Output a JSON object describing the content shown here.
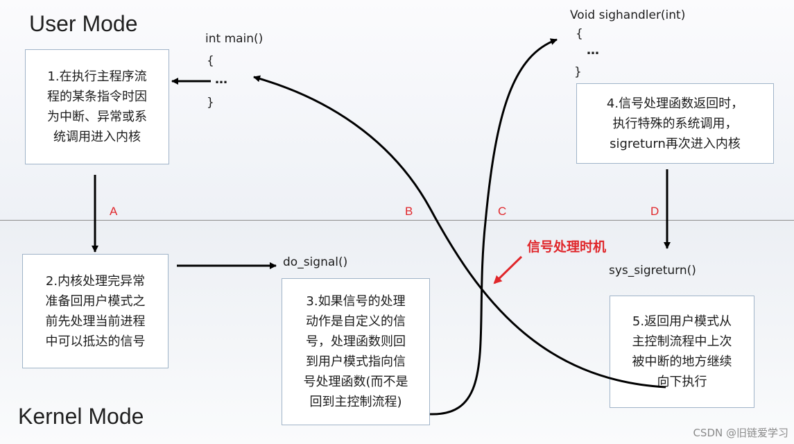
{
  "modes": {
    "user": "User Mode",
    "kernel": "Kernel Mode"
  },
  "code": {
    "main_sig": "int main()",
    "main_open": "{",
    "main_dots": "…",
    "main_close": "}",
    "handler_sig": "Void sighandler(int)",
    "handler_open": "{",
    "handler_dots": "…",
    "handler_close": "}",
    "do_signal": "do_signal()",
    "sys_sigreturn": "sys_sigreturn()"
  },
  "boxes": {
    "step1": "1.在执行主程序流\n程的某条指令时因\n为中断、异常或系\n统调用进入内核",
    "step2": "2.内核处理完异常\n准备回用户模式之\n前先处理当前进程\n中可以抵达的信号",
    "step3": "3.如果信号的处理\n动作是自定义的信\n号，处理函数则回\n到用户模式指向信\n号处理函数(而不是\n回到主控制流程)",
    "step4": "4.信号处理函数返回时，\n执行特殊的系统调用，\nsigreturn再次进入内核",
    "step5": "5.返回用户模式从\n主控制流程中上次\n被中断的地方继续\n向下执行"
  },
  "markers": {
    "a": "A",
    "b": "B",
    "c": "C",
    "d": "D"
  },
  "timing_label": "信号处理时机",
  "watermark": "CSDN @旧链爱学习",
  "colors": {
    "accent_red": "#e0262a",
    "box_border": "#9fb3c8",
    "arrow": "#000000"
  }
}
